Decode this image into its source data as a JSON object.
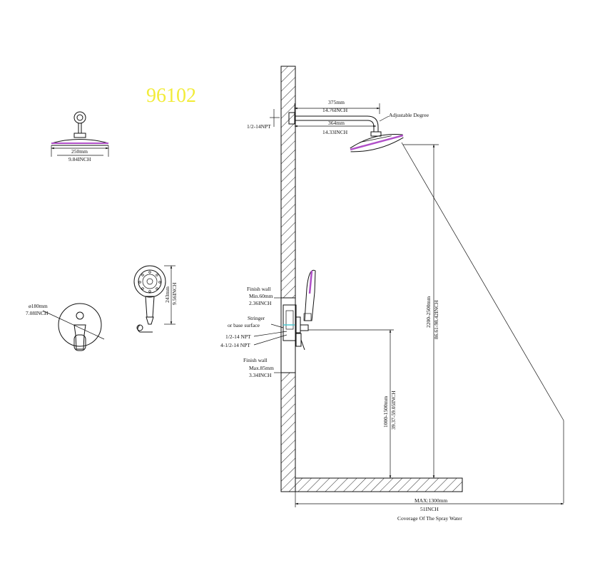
{
  "model_number": "96102",
  "colors": {
    "model": "#f2ec3a",
    "line": "#111111",
    "finish": "#b04fc8"
  },
  "labels": {
    "head_width_mm": "250mm",
    "head_width_in": "9.84INCH",
    "trim_dia_mm": "ø180mm",
    "trim_dia_in": "7.08INCH",
    "hand_len_mm": "243mm",
    "hand_len_in": "9.56INCH",
    "arm_total_mm": "375mm",
    "arm_total_in": "14.76INCH",
    "arm_reach_mm": "364mm",
    "arm_reach_in": "14.33INCH",
    "npt_arm": "1/2-14NPT",
    "adjustable": "Adjustable Degree",
    "height_head": "2200-2500mm",
    "height_head_in": "86.61-98.42INCH",
    "height_valve": "1000-1500mm",
    "height_valve_in": "39.37-59.05INCH",
    "finish_min_title": "Finish wall",
    "finish_min_val": "Min.60mm",
    "finish_min_in": "2.36INCH",
    "stringer_1": "Stringer",
    "stringer_2": "or base surface",
    "npt_half": "1/2-14 NPT",
    "npt_four": "4-1/2-14 NPT",
    "finish_max_title": "Finish wall",
    "finish_max_val": "Max.85mm",
    "finish_max_in": "3.34INCH",
    "coverage_mm": "MAX:1300mm",
    "coverage_in": "51INCH",
    "coverage_text": "Coverage Of The Spray Water"
  }
}
